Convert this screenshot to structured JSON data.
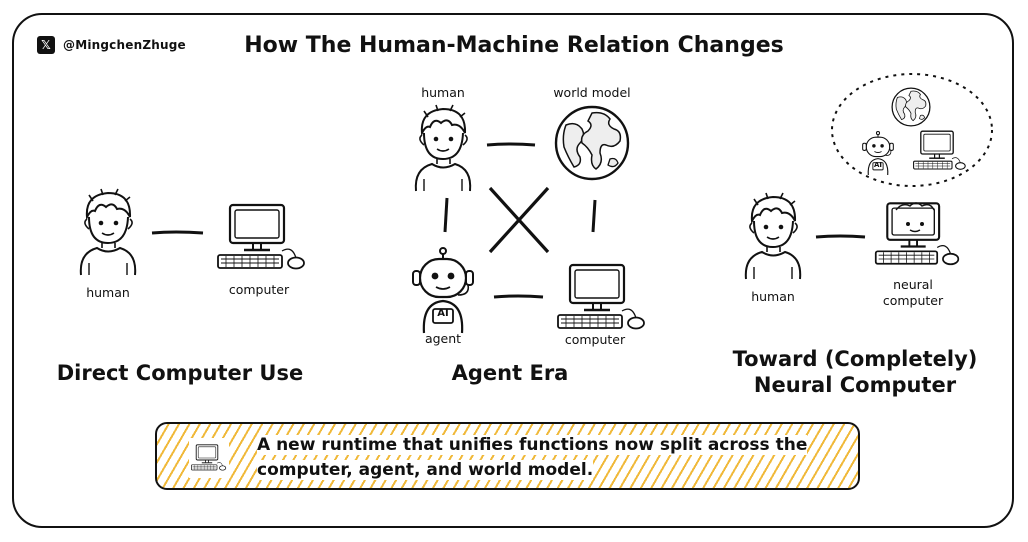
{
  "handle": {
    "icon": "x-logo-icon",
    "text": "@MingchenZhuge"
  },
  "title": "How The Human-Machine Relation Changes",
  "panels": {
    "direct": {
      "human_label": "human",
      "computer_label": "computer",
      "caption": "Direct Computer Use"
    },
    "agent": {
      "human_label": "human",
      "world_label": "world model",
      "agent_label": "agent",
      "agent_badge": "AI",
      "computer_label": "computer",
      "caption": "Agent Era"
    },
    "neural": {
      "human_label": "human",
      "computer_label_1": "neural",
      "computer_label_2": "computer",
      "robot_badge": "AI",
      "caption_1": "Toward (Completely)",
      "caption_2": "Neural Computer"
    }
  },
  "banner": {
    "icon": "neural-computer-icon",
    "text_1": "A new runtime that unifies functions now split across the",
    "text_2": "computer, agent, and world model.",
    "stripe_color": "#f0b93a"
  }
}
